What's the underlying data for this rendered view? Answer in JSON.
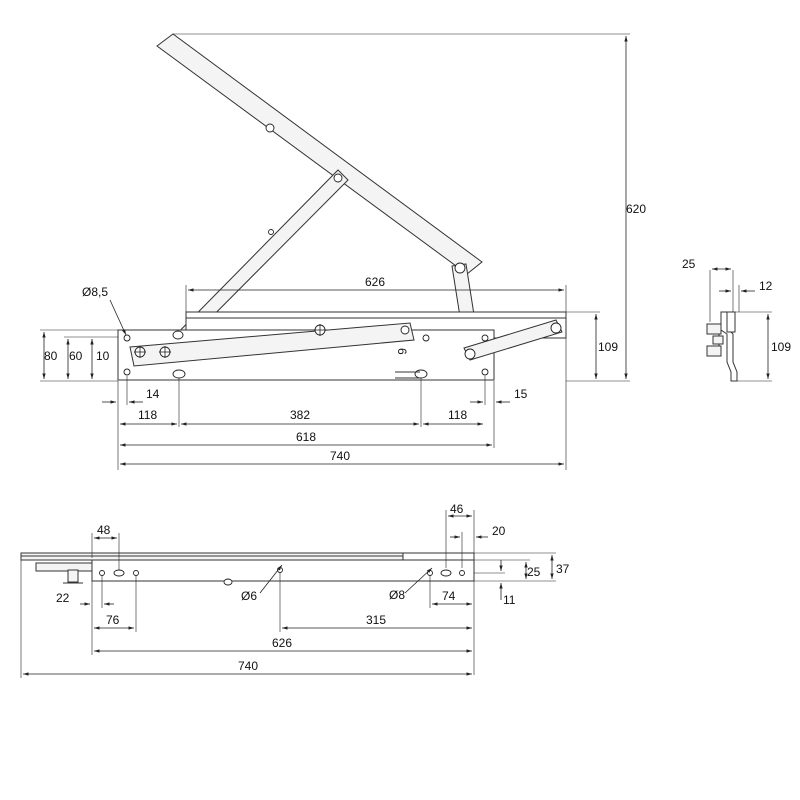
{
  "side_view": {
    "height_total": "620",
    "rail_length": "626",
    "hole_dia": "Ø8,5",
    "h80": "80",
    "h60": "60",
    "h10": "10",
    "h109": "109",
    "slot": "6",
    "d14": "14",
    "d15": "15",
    "d118_left": "118",
    "d382": "382",
    "d118_right": "118",
    "d618": "618",
    "d740": "740"
  },
  "end_view": {
    "w25": "25",
    "w12": "12",
    "h109": "109"
  },
  "top_view": {
    "d48": "48",
    "d46": "46",
    "d20": "20",
    "d25": "25",
    "d37": "37",
    "d22": "22",
    "d76": "76",
    "hole6": "Ø6",
    "hole8": "Ø8",
    "d74": "74",
    "d11": "11",
    "d315": "315",
    "d626": "626",
    "d740": "740"
  }
}
